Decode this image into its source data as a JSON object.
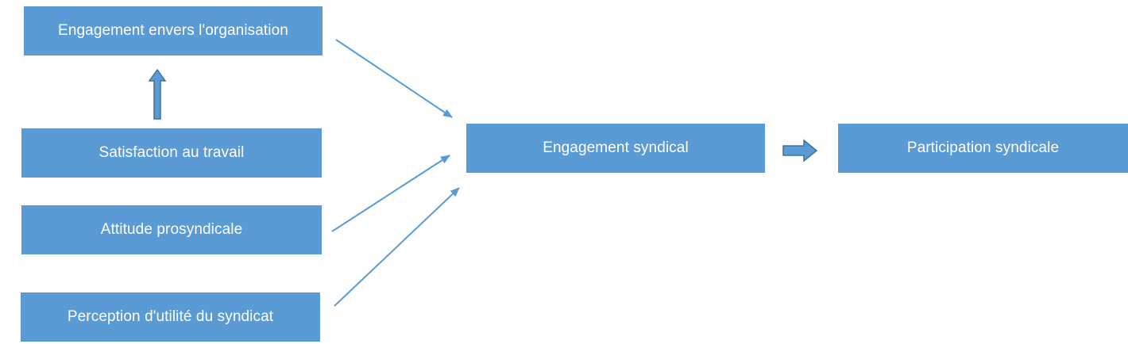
{
  "nodes": {
    "org": "Engagement envers l'organisation",
    "sat": "Satisfaction au travail",
    "att": "Attitude prosyndicale",
    "per": "Perception d'utilité du syndicat",
    "eng": "Engagement syndical",
    "part": "Participation syndicale"
  },
  "colors": {
    "box_fill": "#5b9bd5",
    "box_text": "#ffffff",
    "arrow": "#5b9bd5",
    "block_arrow_outline": "#41719c"
  },
  "edges": [
    {
      "from": "org",
      "to": "eng"
    },
    {
      "from": "sat",
      "to": "org"
    },
    {
      "from": "att",
      "to": "eng"
    },
    {
      "from": "per",
      "to": "eng"
    },
    {
      "from": "eng",
      "to": "part"
    }
  ]
}
